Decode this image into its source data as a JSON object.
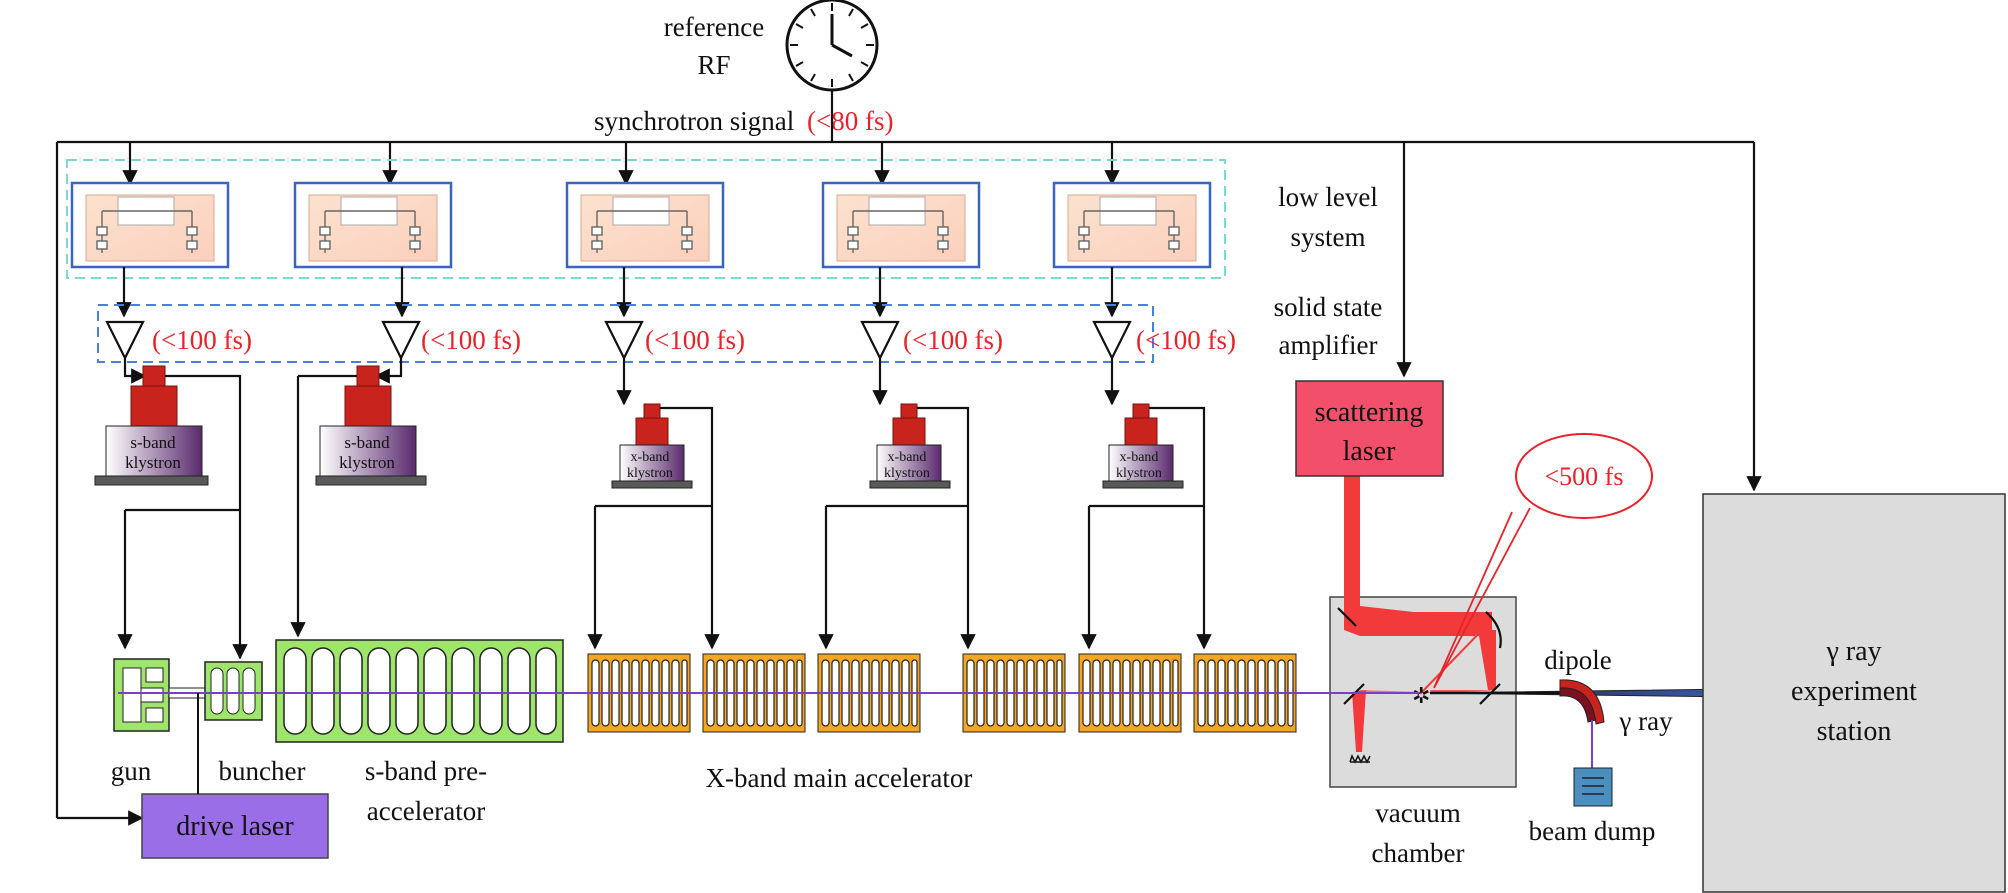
{
  "reference": {
    "line1": "reference",
    "line2": "RF"
  },
  "sync_signal": {
    "label": "synchrotron signal",
    "jitter": "(<80 fs)"
  },
  "low_level": {
    "line1": "low level",
    "line2": "system"
  },
  "solid_state": {
    "line1": "solid state",
    "line2": "amplifier"
  },
  "amp_jitter": [
    "(<100 fs)",
    "(<100 fs)",
    "(<100 fs)",
    "(<100 fs)",
    "(<100 fs)"
  ],
  "klystrons": [
    {
      "line1": "s-band",
      "line2": "klystron"
    },
    {
      "line1": "s-band",
      "line2": "klystron"
    },
    {
      "line1": "x-band",
      "line2": "klystron"
    },
    {
      "line1": "x-band",
      "line2": "klystron"
    },
    {
      "line1": "x-band",
      "line2": "klystron"
    }
  ],
  "scattering_laser": {
    "line1": "scattering",
    "line2": "laser"
  },
  "callout": "<500 fs",
  "labels": {
    "gun": "gun",
    "buncher": "buncher",
    "preacc1": "s-band pre-",
    "preacc2": "accelerator",
    "xband": "X-band main accelerator",
    "vacuum1": "vacuum",
    "vacuum2": "chamber",
    "dipole": "dipole",
    "gamma_ray": "γ ray",
    "beam_dump": "beam dump",
    "drive_laser": "drive laser"
  },
  "station": {
    "line1": "γ ray",
    "line2": "experiment",
    "line3": "station"
  },
  "colors": {
    "jitter_red": "#e8222b",
    "klystron_red": "#c8231c",
    "scattering_laser": "#f2506a",
    "laser_beam": "#f23a3a",
    "drive_laser": "#9a6ee6",
    "preacc_green": "#9fe46b",
    "xband_orange": "#f5a623",
    "beamline": "#7a3fc8",
    "llrf_box_blue": "#3a63c8",
    "llrf_dash": "#7fd6d6",
    "amp_dash": "#4a7ee0",
    "chamber_gray": "#dcdcdc"
  }
}
